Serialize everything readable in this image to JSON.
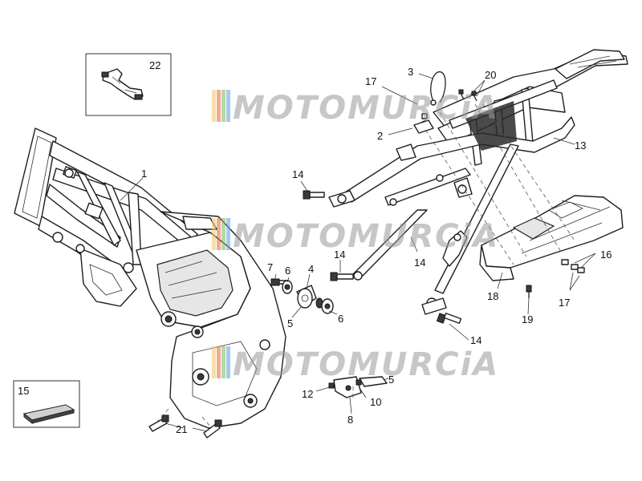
{
  "diagram": {
    "callouts": {
      "c1": "1",
      "c2": "2",
      "c3": "3",
      "c4": "4",
      "c5a": "5",
      "c5b": "5",
      "c6a": "6",
      "c6b": "6",
      "c7": "7",
      "c8": "8",
      "c10": "10",
      "c12": "12",
      "c13": "13",
      "c14a": "14",
      "c14b": "14",
      "c14c": "14",
      "c14d": "14",
      "c15": "15",
      "c16": "16",
      "c17a": "17",
      "c17b": "17",
      "c18": "18",
      "c19": "19",
      "c20": "20",
      "c21": "21",
      "c22": "22"
    },
    "watermark": {
      "text": "MOTOMURCiA",
      "stripe_colors": [
        "#f2c86a",
        "#e8734a",
        "#7fbf6a",
        "#6aa8d8"
      ]
    }
  }
}
